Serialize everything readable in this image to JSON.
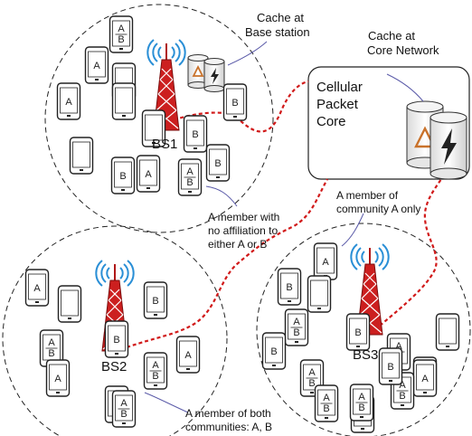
{
  "labels": {
    "cache_bs_1": "Cache at",
    "cache_bs_2": "Base station",
    "cache_core_1": "Cache at",
    "cache_core_2": "Core Network",
    "core_1": "Cellular",
    "core_2": "Packet",
    "core_3": "Core",
    "bs1": "BS1",
    "bs2": "BS2",
    "bs3": "BS3",
    "no_aff_1": "A member with",
    "no_aff_2": "no affiliation to",
    "no_aff_3": "either A or B",
    "comm_a_1": "A member of",
    "comm_a_2": "community A only",
    "both_1": "A member of both",
    "both_2": "communities: A, B"
  },
  "phones": {
    "cell1": [
      "AB",
      "A",
      "",
      "A",
      "",
      "B",
      "B",
      "",
      "B",
      "A",
      "B",
      "AB",
      ""
    ],
    "cell2": [
      "A",
      "",
      "B",
      "AB",
      "A",
      "B",
      "AB",
      "A",
      "B",
      "AB"
    ],
    "cell3": [
      "A",
      "B",
      "",
      "AB",
      "B",
      "",
      "AB",
      "B",
      "A",
      "B",
      "AB",
      "AB",
      "AB",
      "A",
      "AB",
      "B"
    ]
  },
  "colors": {
    "tower": "#cc1f1f",
    "link": "#d11a1a",
    "signal": "#2a8fd6",
    "cache_body": "#f0f0f0",
    "recycle": "#c9722b"
  }
}
